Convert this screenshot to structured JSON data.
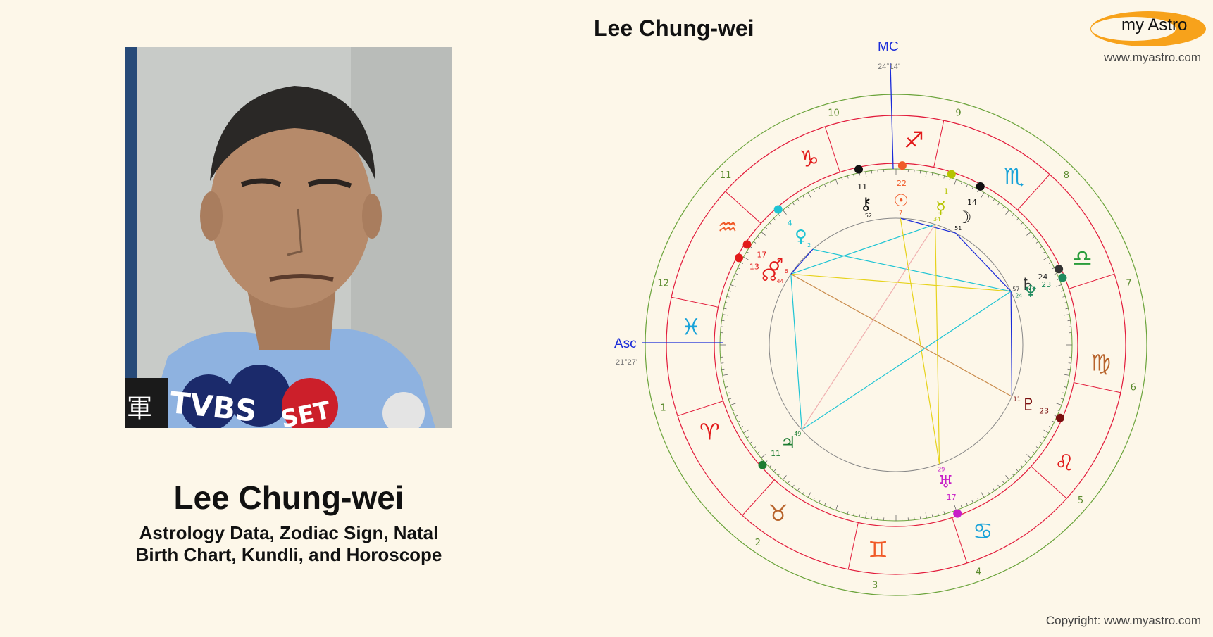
{
  "person": {
    "name": "Lee Chung-wei",
    "subtitle_line1": "Astrology Data, Zodiac Sign, Natal",
    "subtitle_line2": "Birth Chart, Kundli, and Horoscope"
  },
  "chart_header": {
    "title": "Lee Chung-wei"
  },
  "brand": {
    "logo_text": "my Astro",
    "url": "www.myastro.com",
    "copyright": "Copyright: www.myastro.com",
    "logo_color": "#f7a21b"
  },
  "photo_signs": {
    "left": "軍",
    "middle": "TVBS",
    "right": "SET"
  },
  "natal_chart": {
    "angles": {
      "asc_label": "Asc",
      "asc_degree": "21°27'",
      "mc_label": "MC",
      "mc_degree": "24°14'"
    },
    "signs": [
      {
        "name": "Aries",
        "glyph": "♈",
        "color": "#e21b1b"
      },
      {
        "name": "Taurus",
        "glyph": "♉",
        "color": "#b8642c"
      },
      {
        "name": "Gemini",
        "glyph": "♊",
        "color": "#f05a28"
      },
      {
        "name": "Cancer",
        "glyph": "♋",
        "color": "#1aa3d9"
      },
      {
        "name": "Leo",
        "glyph": "♌",
        "color": "#e21b1b"
      },
      {
        "name": "Virgo",
        "glyph": "♍",
        "color": "#b8642c"
      },
      {
        "name": "Libra",
        "glyph": "♎",
        "color": "#2a9d3b"
      },
      {
        "name": "Scorpio",
        "glyph": "♏",
        "color": "#1aa3d9"
      },
      {
        "name": "Sagittarius",
        "glyph": "♐",
        "color": "#e21b1b"
      },
      {
        "name": "Capricorn",
        "glyph": "♑",
        "color": "#e21b1b"
      },
      {
        "name": "Aquarius",
        "glyph": "♒",
        "color": "#f05a28"
      },
      {
        "name": "Pisces",
        "glyph": "♓",
        "color": "#1aa3d9"
      }
    ],
    "houses": [
      "1",
      "2",
      "3",
      "4",
      "5",
      "6",
      "7",
      "8",
      "9",
      "10",
      "11",
      "12"
    ],
    "planets": [
      {
        "name": "Sun",
        "glyph": "☉",
        "deg": "22",
        "min": "7",
        "color": "#f05a28"
      },
      {
        "name": "Moon",
        "glyph": "☽",
        "deg": "14",
        "min": "51",
        "color": "#111111"
      },
      {
        "name": "Mercury",
        "glyph": "☿",
        "deg": "1",
        "min": "34",
        "color": "#b5c400"
      },
      {
        "name": "Venus",
        "glyph": "♀",
        "deg": "4",
        "min": "2",
        "color": "#1ec4d4"
      },
      {
        "name": "Mars",
        "glyph": "♂",
        "deg": "17",
        "min": "6",
        "color": "#e21b1b"
      },
      {
        "name": "Jupiter",
        "glyph": "♃",
        "deg": "11",
        "min": "49",
        "color": "#1e7d32"
      },
      {
        "name": "Saturn",
        "glyph": "♄",
        "deg": "24",
        "min": "57",
        "color": "#333333"
      },
      {
        "name": "Uranus",
        "glyph": "♅",
        "deg": "17",
        "min": "29",
        "color": "#c71ec7"
      },
      {
        "name": "Neptune",
        "glyph": "♆",
        "deg": "23",
        "min": "24",
        "color": "#1e8a5e"
      },
      {
        "name": "Pluto",
        "glyph": "♇",
        "deg": "23",
        "min": "11",
        "color": "#7a0f0f"
      },
      {
        "name": "Chiron",
        "glyph": "⚷",
        "deg": "11",
        "min": "52",
        "color": "#111111"
      },
      {
        "name": "Node",
        "glyph": "☊",
        "deg": "13",
        "min": "44",
        "color": "#e21b1b"
      }
    ]
  }
}
